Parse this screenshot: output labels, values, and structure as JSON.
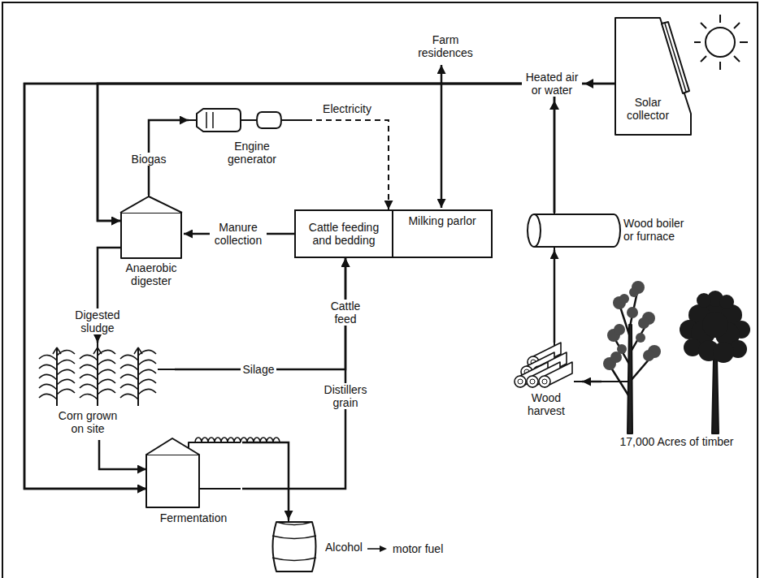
{
  "diagram": {
    "nodes": [
      {
        "text": [
          "Solar collector"
        ]
      },
      {
        "text": [
          "Engine generator"
        ]
      },
      {
        "text": [
          "Anaerobic digester"
        ]
      },
      {
        "text": [
          "Cattle feeding and bedding"
        ]
      },
      {
        "text": [
          "Milking parlor"
        ]
      },
      {
        "text": [
          "Wood boiler or furnace"
        ]
      },
      {
        "text": [
          "Corn grown on site"
        ]
      },
      {
        "text": [
          "Wood harvest"
        ]
      },
      {
        "text": [
          "17,000 Acres of timber"
        ]
      },
      {
        "text": [
          "Fermentation"
        ]
      },
      {
        "text": [
          "Alcohol"
        ]
      }
    ],
    "edges": [
      {
        "from": 3,
        "to": 2,
        "label": "Manure collection",
        "arrow": "to"
      },
      {
        "from": 2,
        "to": 1,
        "label": "Biogas",
        "arrow": "to"
      },
      {
        "from": 1,
        "to": 3,
        "label": "Electricity",
        "arrow": "to"
      },
      {
        "from": 0,
        "to": 2,
        "arrow": "to"
      },
      {
        "from": 0,
        "to": 9,
        "arrow": "to"
      },
      {
        "from": 5,
        "to": 2,
        "arrow": "to"
      },
      {
        "from": 5,
        "to": 9,
        "arrow": "to"
      },
      {
        "from": 2,
        "to": 6,
        "label": "Digested sludge",
        "arrow": "to"
      },
      {
        "from": 6,
        "to": 3,
        "label": "Silage",
        "arrow": "to"
      },
      {
        "from": 9,
        "to": 3,
        "label": "Distillers grain",
        "arrow": "to"
      },
      {
        "from": 6,
        "to": 9,
        "arrow": "to"
      },
      {
        "from": 9,
        "to": 10,
        "arrow": "to"
      },
      {
        "from": 7,
        "to": 5,
        "arrow": "to"
      },
      {
        "from": 8,
        "to": 7,
        "arrow": "to"
      }
    ],
    "labels": [
      "Farm residences",
      "Heated air or water",
      "Cattle feed",
      "motor fuel"
    ]
  }
}
